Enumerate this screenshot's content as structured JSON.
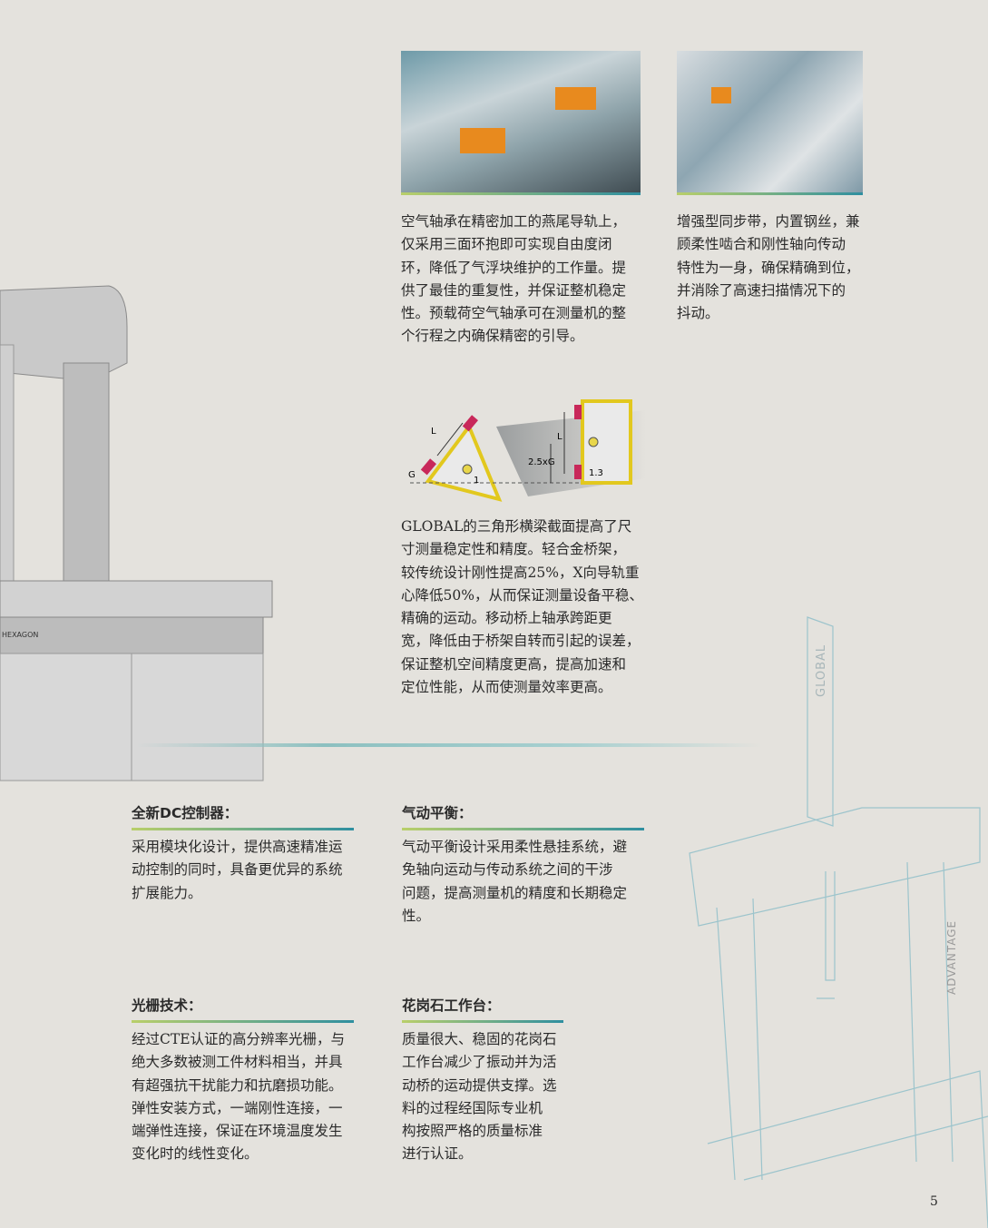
{
  "photos": [
    {
      "name": "air-bearing-dovetail-photo"
    },
    {
      "name": "timing-belt-photo"
    }
  ],
  "diagram": {
    "labels": {
      "l1": "L",
      "g": "G",
      "ratio1": "1",
      "l2": "L",
      "gap": "2.5xG",
      "ratio2": "1.3"
    }
  },
  "captions": {
    "air_bearing": [
      "空气轴承在精密加工的燕尾导轨上，",
      "仅采用三面环抱即可实现自由度闭",
      "环，降低了气浮块维护的工作量。提",
      "供了最佳的重复性，并保证整机稳定",
      "性。预载荷空气轴承可在测量机的整",
      "个行程之内确保精密的引导。"
    ],
    "belt": [
      "增强型同步带，内置钢丝，兼",
      "顾柔性啮合和刚性轴向传动",
      "特性为一身，确保精确到位，",
      "并消除了高速扫描情况下的",
      "抖动。"
    ],
    "beam": [
      "GLOBAL的三角形横梁截面提高了尺",
      "寸测量稳定性和精度。轻合金桥架，",
      "较传统设计刚性提高25%，X向导轨重",
      "心降低50%，从而保证测量设备平稳、",
      "精确的运动。移动桥上轴承跨距更",
      "宽，降低由于桥架自转而引起的误差，",
      "保证整机空间精度更高，提高加速和",
      "定位性能，从而使测量效率更高。"
    ]
  },
  "features": [
    {
      "title": "全新DC控制器：",
      "lines": [
        "采用模块化设计，提供高速精准运",
        "动控制的同时，具备更优异的系统",
        "扩展能力。"
      ]
    },
    {
      "title": "气动平衡：",
      "lines": [
        "气动平衡设计采用柔性悬挂系统，避",
        "免轴向运动与传动系统之间的干涉",
        "问题，提高测量机的精度和长期稳定",
        "性。"
      ]
    },
    {
      "title": "光栅技术：",
      "lines": [
        "经过CTE认证的高分辨率光栅，与",
        "绝大多数被测工件材料相当，并具",
        "有超强抗干扰能力和抗磨损功能。",
        "弹性安装方式，一端刚性连接，一",
        "端弹性连接，保证在环境温度发生",
        "变化时的线性变化。"
      ]
    },
    {
      "title": "花岗石工作台：",
      "lines": [
        "质量很大、稳固的花岗石",
        "工作台减少了振动并为活",
        "动桥的运动提供支撑。选",
        "料的过程经国际专业机",
        "构按照严格的质量标准",
        "进行认证。"
      ]
    }
  ],
  "machine": {
    "brand": "HEXAGON",
    "vertical_label_1": "GLOBAL",
    "vertical_label_2": "ADVANTAGE"
  },
  "page_number": "5",
  "colors": {
    "accent_start": "#b9cf6a",
    "accent_end": "#2f8fa0",
    "background": "#e4e2dd"
  }
}
